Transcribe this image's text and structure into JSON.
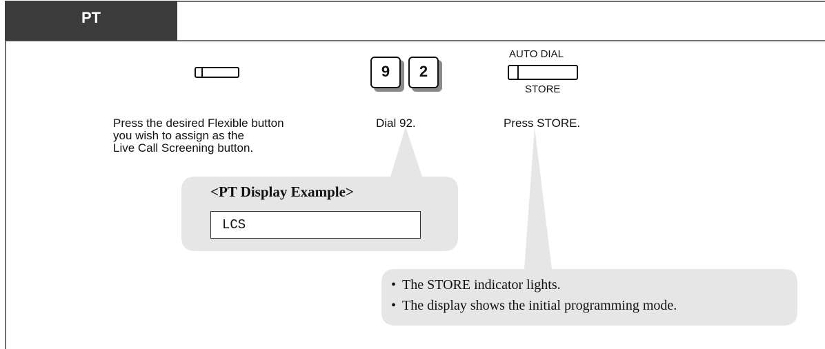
{
  "tab": {
    "label": "PT"
  },
  "keys": [
    "9",
    "2"
  ],
  "store_button": {
    "top_label": "AUTO DIAL",
    "bottom_label": "STORE"
  },
  "steps": {
    "step1": [
      "Press the desired Flexible button",
      "you wish to assign as the",
      "Live Call Screening button."
    ],
    "step2": "Dial 92.",
    "step3": "Press STORE."
  },
  "display_example": {
    "title": "<PT Display Example>",
    "text": "LCS"
  },
  "notes": [
    "The STORE indicator lights.",
    "The display shows the initial programming mode."
  ]
}
